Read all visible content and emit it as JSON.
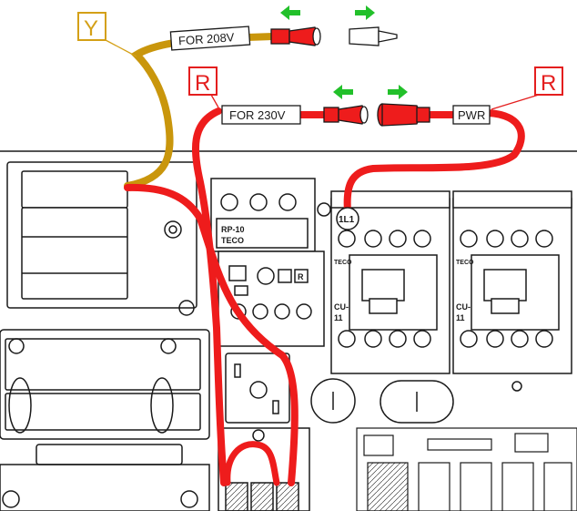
{
  "labels": {
    "yellow_tag": "Y",
    "red_tag_left": "R",
    "red_tag_right": "R",
    "wire_208": "FOR 208V",
    "wire_230": "FOR 230V",
    "wire_pwr": "PWR",
    "terminal_1l1": "1L1",
    "relay_model": "RP-10",
    "relay_brand": "TECO",
    "relay_reset": "R",
    "contactor_left_brand": "TECO",
    "contactor_left_model_a": "CU-",
    "contactor_left_model_b": "11",
    "contactor_right_brand": "TECO",
    "contactor_right_model_a": "CU-",
    "contactor_right_model_b": "11"
  },
  "colors": {
    "red_wire": "#ee1c1c",
    "yellow_wire": "#c9960c",
    "tag_red": "#e41e1e",
    "tag_yellow": "#d4a017",
    "arrow_green": "#22c02a",
    "line": "#1a1a1a"
  }
}
